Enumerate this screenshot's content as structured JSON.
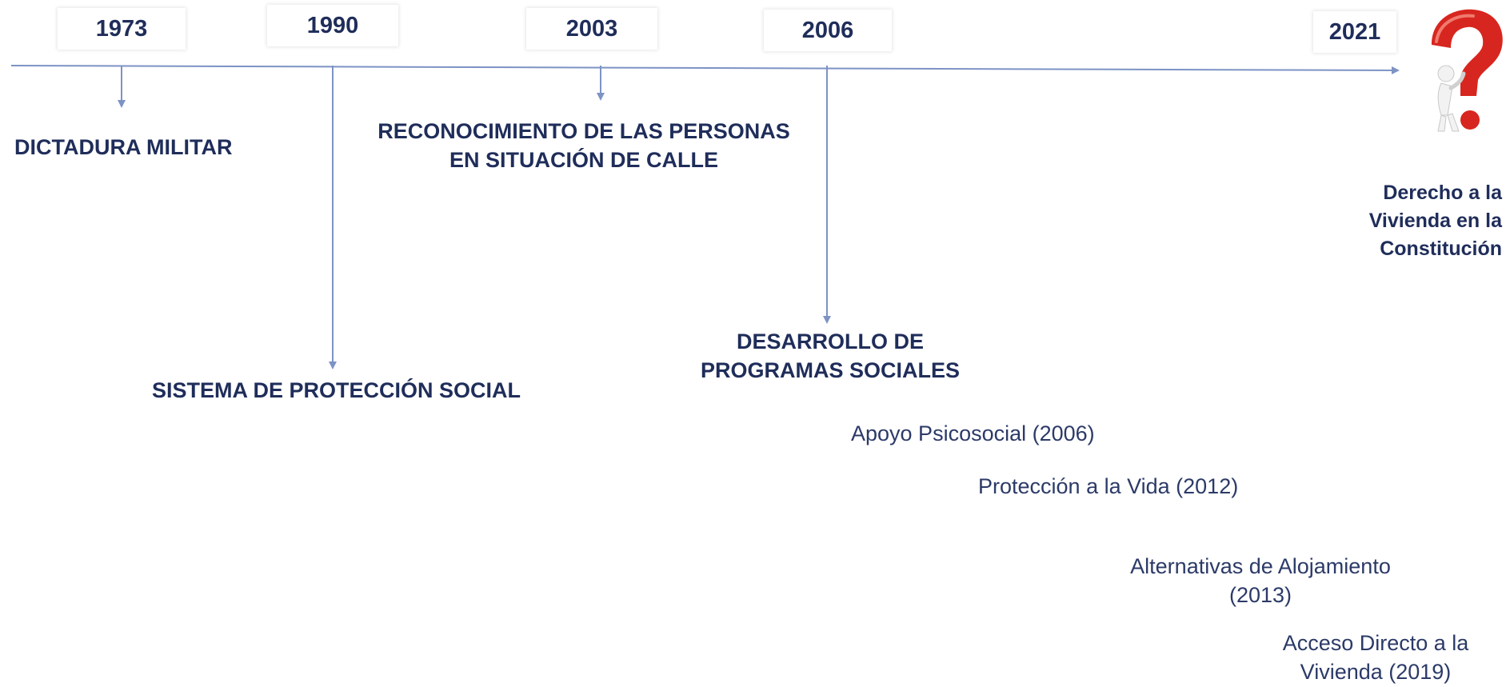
{
  "timeline": {
    "years": [
      {
        "label": "1973"
      },
      {
        "label": "1990"
      },
      {
        "label": "2003"
      },
      {
        "label": "2006"
      },
      {
        "label": "2021"
      }
    ],
    "events": [
      {
        "label": "DICTADURA MILITAR"
      },
      {
        "label": "SISTEMA DE PROTECCIÓN SOCIAL"
      },
      {
        "label_line1": "RECONOCIMIENTO DE LAS PERSONAS",
        "label_line2": "EN SITUACIÓN DE CALLE"
      },
      {
        "label_line1": "DESARROLLO DE",
        "label_line2": "PROGRAMAS SOCIALES"
      }
    ],
    "programs": [
      {
        "label": "Apoyo Psicosocial (2006)"
      },
      {
        "label": "Protección a la Vida (2012)"
      },
      {
        "label_line1": "Alternativas de Alojamiento",
        "label_line2": "(2013)"
      },
      {
        "label_line1": "Acceso Directo a la",
        "label_line2": "Vivienda (2019)"
      }
    ],
    "future": {
      "line1": "Derecho a la",
      "line2": "Vivienda en la",
      "line3": "Constitución"
    }
  },
  "icons": {
    "question": "question-mark-figure-icon"
  },
  "colors": {
    "text": "#1f2d5a",
    "line": "#7d93c4",
    "question": "#d7261f"
  }
}
